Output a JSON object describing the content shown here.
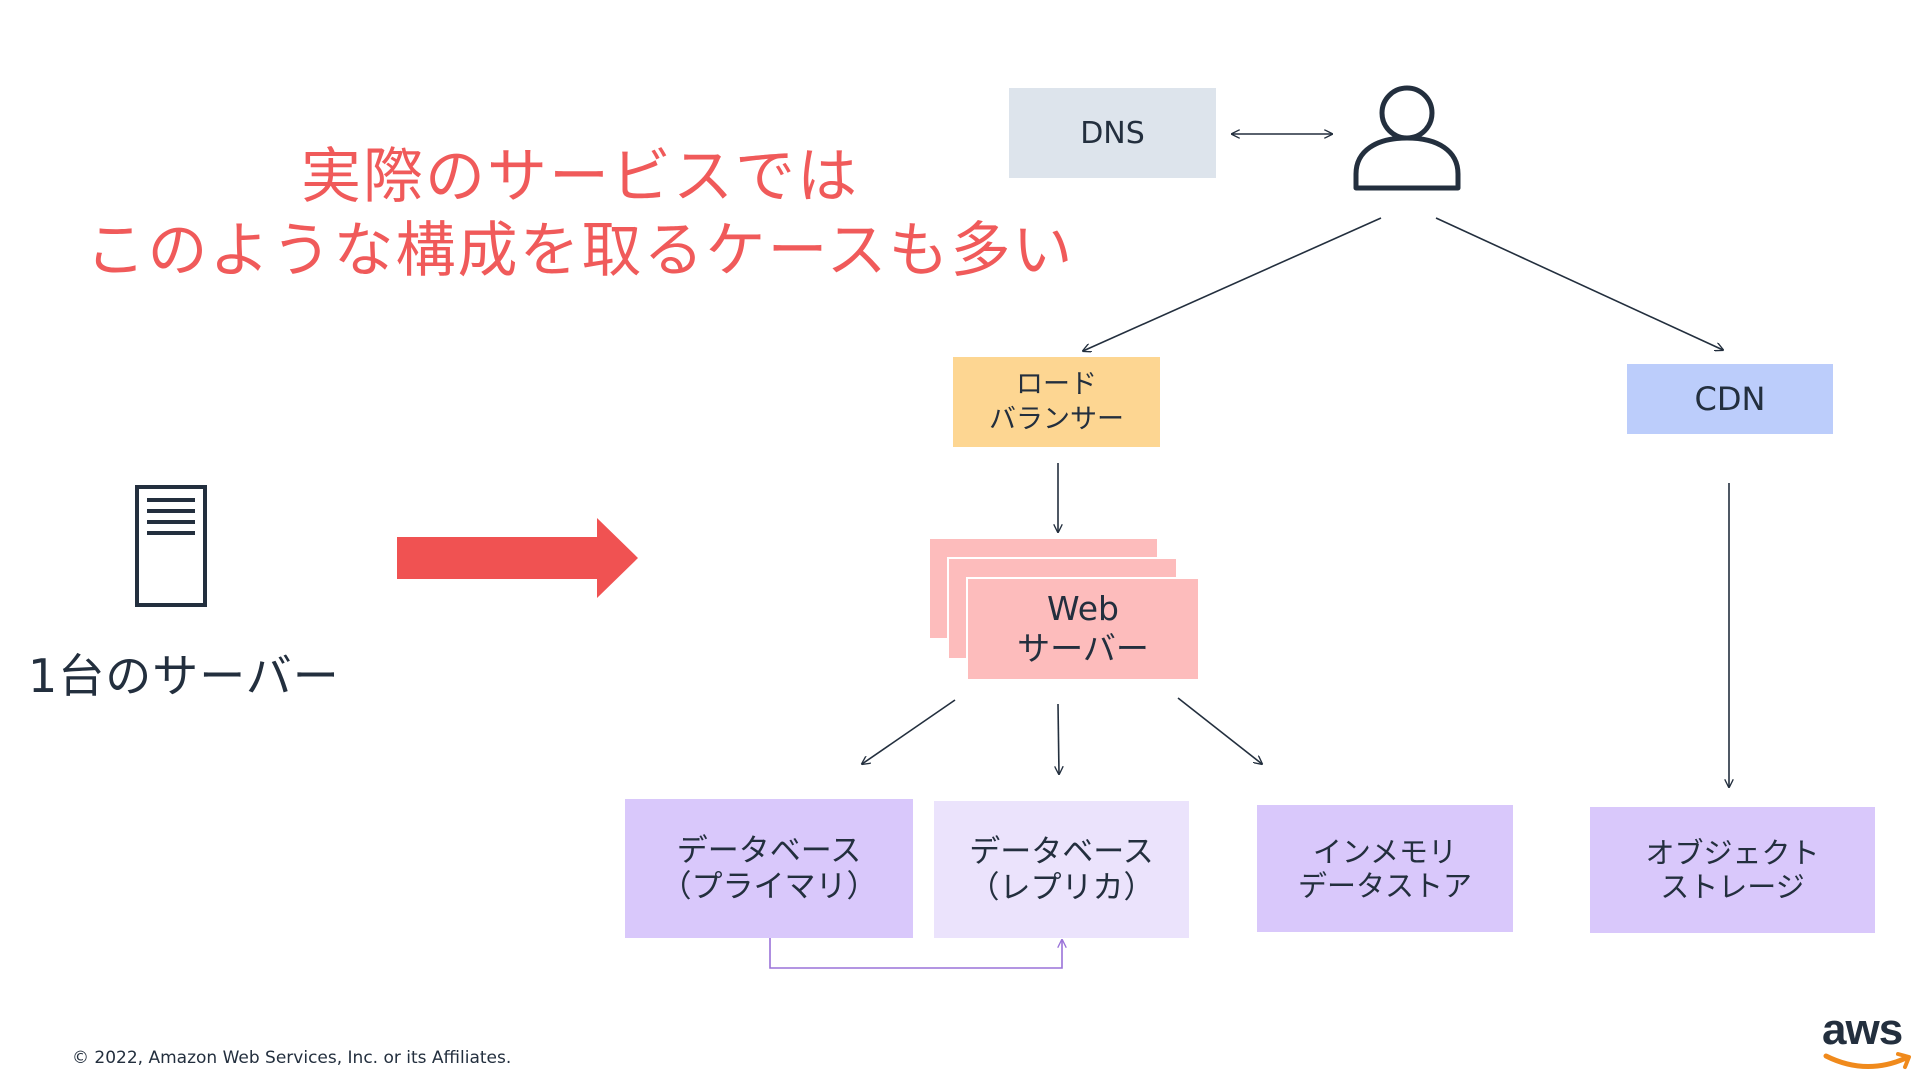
{
  "headline": {
    "line1": "実際のサービスでは",
    "line2": "このような構成を取るケースも多い"
  },
  "single_server": {
    "label": "1台のサーバー"
  },
  "diagram": {
    "dns": "DNS",
    "load_balancer": "ロード\nバランサー",
    "cdn": "CDN",
    "web_server": "Web\nサーバー",
    "db_primary": "データベース\n（プライマリ）",
    "db_replica": "データベース\n（レプリカ）",
    "in_memory_store": "インメモリ\nデータストア",
    "object_storage": "オブジェクト\nストレージ"
  },
  "colors": {
    "headline": "#f05a5a",
    "arrow": "#f05252",
    "dns_box": "#dde4ec",
    "load_balancer_box": "#fdd692",
    "cdn_box": "#bccdfb",
    "web_server_box": "#fdbcbc",
    "db_primary_box": "#d9c8fb",
    "db_replica_box": "#ebe3fc",
    "data_box": "#d9c8fb",
    "replication_line": "#9a72d8"
  },
  "footer": {
    "copyright": "© 2022, Amazon Web Services, Inc. or its Affiliates."
  },
  "logo": {
    "text": "aws"
  }
}
